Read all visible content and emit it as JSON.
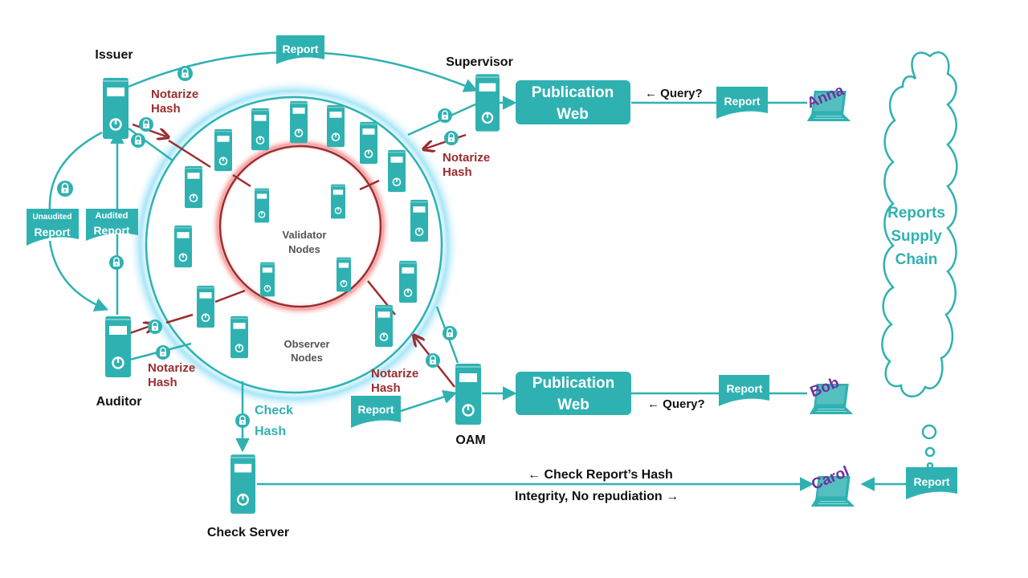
{
  "colors": {
    "teal": "#2fb1b1",
    "dark_red": "#9b2d30",
    "purple": "#7030a0",
    "ink": "#111111",
    "gray": "#555555",
    "glow_blue": "#8fdcf5",
    "glow_red": "#f06a6a"
  },
  "actors": {
    "issuer": "Issuer",
    "supervisor": "Supervisor",
    "auditor": "Auditor",
    "oam": "OAM",
    "check_server": "Check Server"
  },
  "rings": {
    "validator": [
      "Validator",
      "Nodes"
    ],
    "observer": [
      "Observer",
      "Nodes"
    ]
  },
  "notarize": [
    "Notarize",
    "Hash"
  ],
  "check_hash": [
    "Check",
    "Hash"
  ],
  "publication_web": [
    "Publication",
    "Web"
  ],
  "query": "← Query?",
  "report": "Report",
  "unaudited_report": [
    "Unaudited",
    "Report"
  ],
  "audited_report": [
    "Audited",
    "Report"
  ],
  "users": {
    "anna": "Anna",
    "bob": "Bob",
    "carol": "Carol"
  },
  "check_line": {
    "top": "← Check Report’s Hash",
    "bottom": "Integrity, No repudiation →"
  },
  "cloud": [
    "Reports",
    "Supply",
    "Chain"
  ],
  "icons": {
    "server": "server-icon",
    "lock": "lock-icon",
    "laptop": "laptop-icon",
    "document": "document-icon",
    "cloud": "thought-cloud-icon"
  }
}
